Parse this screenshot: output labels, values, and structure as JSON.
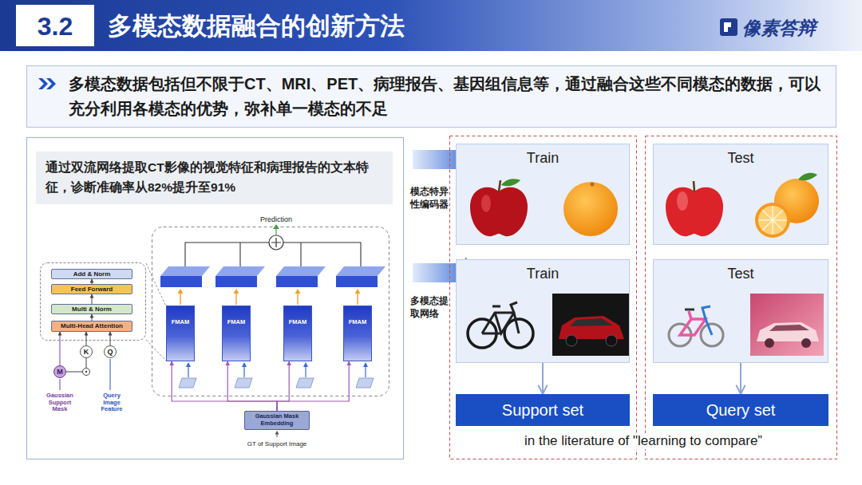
{
  "diagram": {
    "title": "多模态数据融合的创新方法",
    "nodes": [
      {
        "text": [
          "多模态数据包括但不限于CT、MRI、PET、病理报告、基因组信息等，通过融合这些不同模态的数据，可以充分利用各模态的优势，弥补单一模态的不足"
        ]
      },
      {
        "text": [
          "通过双流网络提取CT影像的视觉特征和病理报告的文本特征，诊断准确率从82%提升至91%"
        ]
      },
      {
        "text": [
          "Add & Norm"
        ]
      },
      {
        "text": [
          "Feed Forward"
        ]
      },
      {
        "text": [
          "Multi & Norm"
        ]
      },
      {
        "text": [
          "Multi-Head Attention"
        ]
      },
      {
        "text": [
          "M"
        ]
      },
      {
        "text": [
          "K"
        ]
      },
      {
        "text": [
          "Q"
        ]
      },
      {
        "text": [
          "FMAM"
        ]
      },
      {
        "text": [
          "FMAM"
        ]
      },
      {
        "text": [
          "FMAM"
        ]
      },
      {
        "text": [
          "FMAM"
        ]
      },
      {
        "text": [
          "Gaussian Mask Embedding"
        ]
      },
      {
        "text": [
          "Train"
        ]
      },
      {
        "text": [
          "Test"
        ]
      },
      {
        "text": [
          "Train"
        ]
      },
      {
        "text": [
          "Test"
        ]
      },
      {
        "text": [
          "Support set"
        ]
      },
      {
        "text": [
          "Query set"
        ]
      }
    ],
    "edges": [
      {
        "from": 5,
        "to": 4,
        "arrow": "to"
      },
      {
        "from": 4,
        "to": 3,
        "arrow": "to"
      },
      {
        "from": 3,
        "to": 2,
        "arrow": "to"
      },
      {
        "from": 6,
        "to": 5,
        "arrow": "to"
      },
      {
        "from": 7,
        "to": 5,
        "arrow": "to"
      },
      {
        "from": 8,
        "to": 5,
        "arrow": "to"
      },
      {
        "from": 13,
        "to": 9,
        "arrow": "to"
      },
      {
        "from": 13,
        "to": 10,
        "arrow": "to"
      },
      {
        "from": 13,
        "to": 11,
        "arrow": "to"
      },
      {
        "from": 13,
        "to": 12,
        "arrow": "to"
      },
      {
        "from": 16,
        "to": 18,
        "arrow": "to"
      },
      {
        "from": 17,
        "to": 19,
        "arrow": "to"
      }
    ],
    "labels": [
      "3.2",
      "像素答辩",
      "Prediction",
      "Gaussian Support Mask",
      "Query Image Feature",
      "GT of Support Image",
      "模态特异性编码器",
      "多模态提取网络",
      "in the literature of \"learning to compare”"
    ]
  }
}
